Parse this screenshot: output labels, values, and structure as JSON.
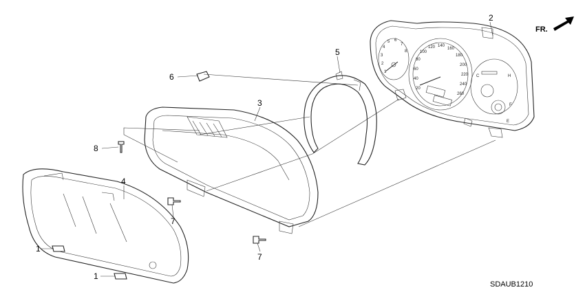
{
  "diagram": {
    "code": "SDAUB1210",
    "front_label": "FR.",
    "callouts": [
      "1",
      "1",
      "2",
      "3",
      "4",
      "5",
      "6",
      "7",
      "7",
      "8"
    ],
    "speedometer_scale": [
      "20",
      "40",
      "60",
      "80",
      "100",
      "120",
      "140",
      "160",
      "180",
      "200",
      "220",
      "240",
      "260"
    ],
    "tachometer_scale": [
      "1",
      "2",
      "3",
      "4",
      "5",
      "6",
      "7",
      "8"
    ],
    "gauge_marks": [
      "H",
      "C",
      "F",
      "E"
    ]
  }
}
